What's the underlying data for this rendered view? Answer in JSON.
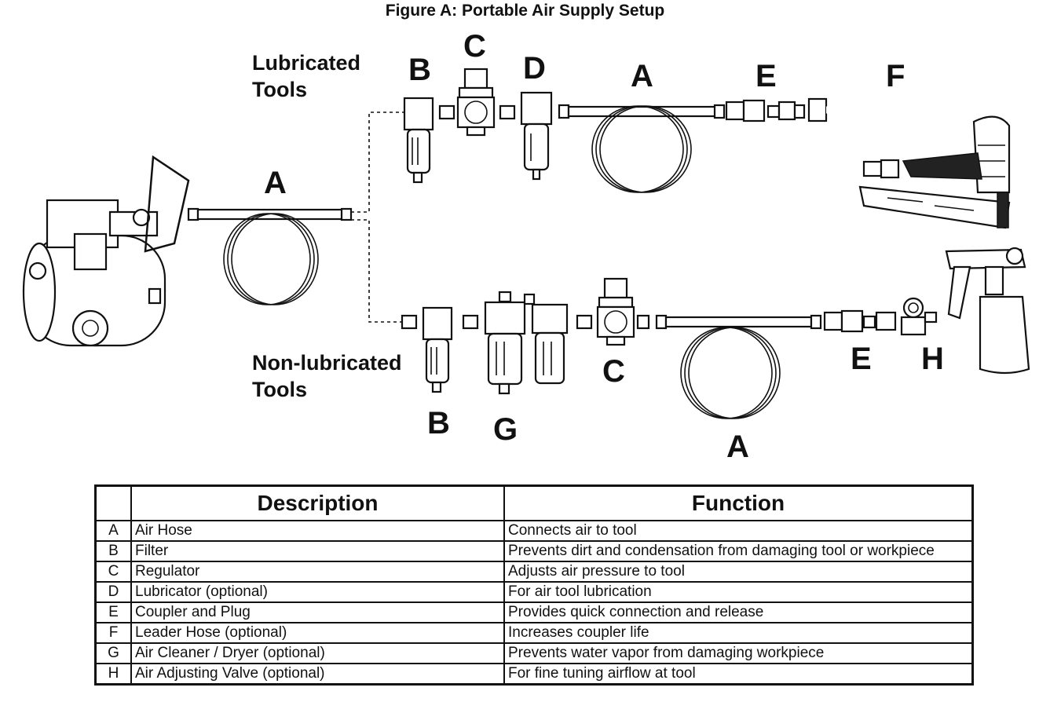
{
  "figure": {
    "title": "Figure A:  Portable Air Supply Setup"
  },
  "groups": {
    "lubricated": [
      "Lubricated",
      "Tools"
    ],
    "non_lubricated": [
      "Non-lubricated",
      "Tools"
    ]
  },
  "part_letters": {
    "main_hose": "A",
    "top": {
      "filter": "B",
      "regulator": "C",
      "lubricator": "D",
      "hose": "A",
      "coupler": "E",
      "leader_hose": "F"
    },
    "bottom": {
      "filter": "B",
      "cleaner": "G",
      "regulator": "C",
      "hose": "A",
      "coupler": "E",
      "valve": "H"
    }
  },
  "table": {
    "headers": [
      "",
      "Description",
      "Function"
    ],
    "rows": [
      {
        "key": "A",
        "description": "Air Hose",
        "function": "Connects air to tool"
      },
      {
        "key": "B",
        "description": "Filter",
        "function": "Prevents dirt and condensation from damaging tool or workpiece"
      },
      {
        "key": "C",
        "description": "Regulator",
        "function": "Adjusts air pressure to tool"
      },
      {
        "key": "D",
        "description": "Lubricator (optional)",
        "function": "For air tool lubrication"
      },
      {
        "key": "E",
        "description": "Coupler and Plug",
        "function": "Provides quick connection and release"
      },
      {
        "key": "F",
        "description": "Leader Hose (optional)",
        "function": "Increases coupler life"
      },
      {
        "key": "G",
        "description": "Air Cleaner / Dryer (optional)",
        "function": "Prevents water vapor from damaging workpiece"
      },
      {
        "key": "H",
        "description": "Air Adjusting Valve (optional)",
        "function": "For fine tuning airflow at tool"
      }
    ]
  }
}
